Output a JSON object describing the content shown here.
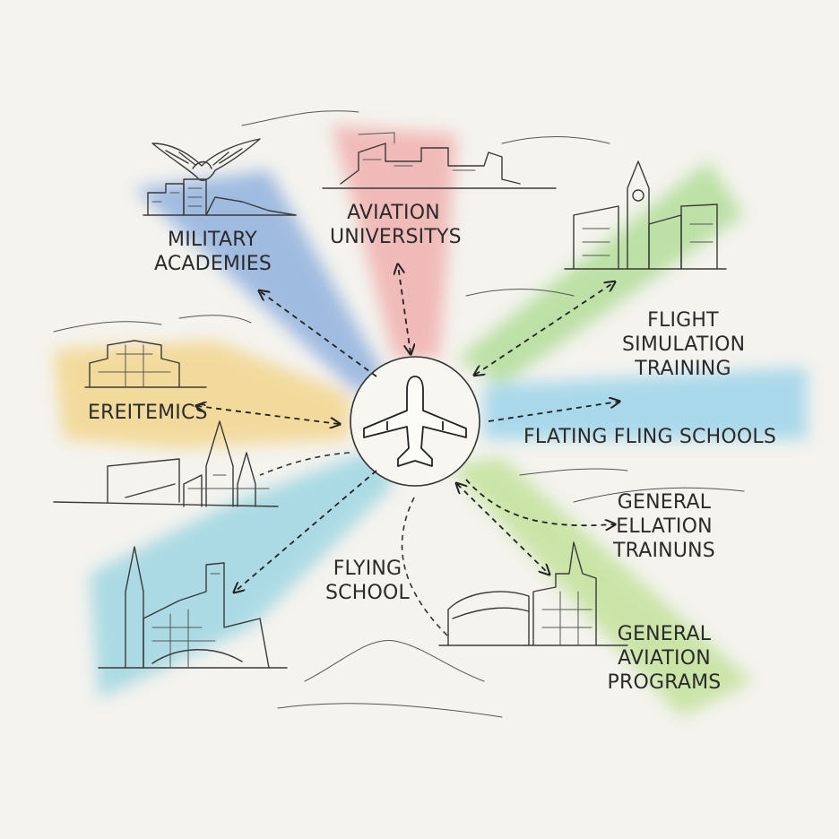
{
  "diagram": {
    "hub": {
      "icon": "airplane-icon"
    },
    "nodes": {
      "military_academies": {
        "lines": [
          "MILITARY",
          "ACADEMIES"
        ],
        "color": "#5b8fd6"
      },
      "aviation_universities": {
        "lines": [
          "AVIATION",
          "UNIVERSITYS"
        ],
        "color": "#ee8c8c"
      },
      "flight_simulation": {
        "lines": [
          "FLIGHT",
          "SIMULATION",
          "TRAINING"
        ],
        "color": "#8fd16a"
      },
      "flating_fling_schools": {
        "lines": [
          "FLATING FLING SCHOOLS"
        ],
        "color": "#6cc3e8"
      },
      "general_ellation": {
        "lines": [
          "GENERAL",
          "ELLATION",
          "TRAINUNS"
        ],
        "color": "#9dd86a"
      },
      "general_aviation_programs": {
        "lines": [
          "GENERAL",
          "AVIATION",
          "PROGRAMS"
        ],
        "color": "#a9d96e"
      },
      "flying_school": {
        "lines": [
          "FLYING",
          "SCHOOL"
        ],
        "color": "#6fc6dc"
      },
      "ereitemics": {
        "lines": [
          "EREITEMICS"
        ],
        "color": "#f2c65a"
      }
    },
    "palette": {
      "ink": "#2b2b2b",
      "paper": "#f4f3ee"
    }
  }
}
